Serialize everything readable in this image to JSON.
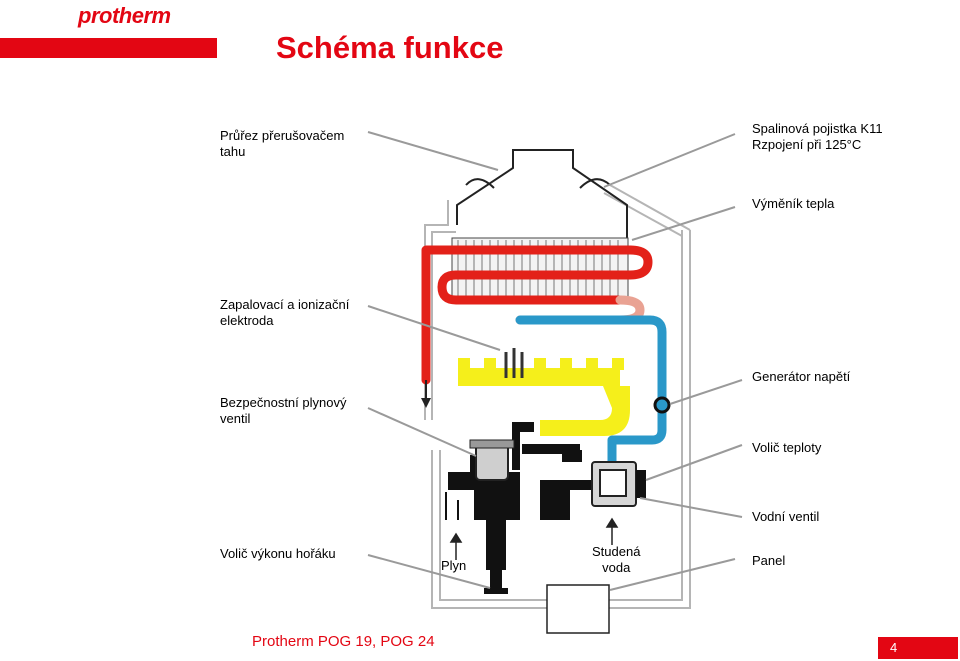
{
  "brand": {
    "logo_text": "protherm"
  },
  "title": "Schéma funkce",
  "labels": {
    "prurez_line1": "Průřez přerušovačem",
    "prurez_line2": "tahu",
    "spalinova_line1": "Spalinová pojistka K11",
    "spalinova_line2": "Rzpojení při 125°C",
    "vymenik": "Výměník tepla",
    "zapalovaci_line1": "Zapalovací a ionizační",
    "zapalovaci_line2": "elektroda",
    "generator": "Generátor napětí",
    "bezpecnostni_line1": "Bezpečnostní plynový",
    "bezpecnostni_line2": "ventil",
    "volic_teploty": "Volič teploty",
    "vodni_ventil": "Vodní ventil",
    "volic_vykonu": "Volič výkonu hořáku",
    "plyn": "Plyn",
    "studena_line1": "Studená",
    "studena_line2": "voda",
    "panel": "Panel"
  },
  "footer": {
    "text": "Protherm POG 19, POG 24",
    "page": "4"
  },
  "colors": {
    "brand_red": "#e30613",
    "hot_water": "#e32119",
    "cold_water": "#2a98c9",
    "gas": "#f5ef1b",
    "pipe_black": "#111111"
  }
}
